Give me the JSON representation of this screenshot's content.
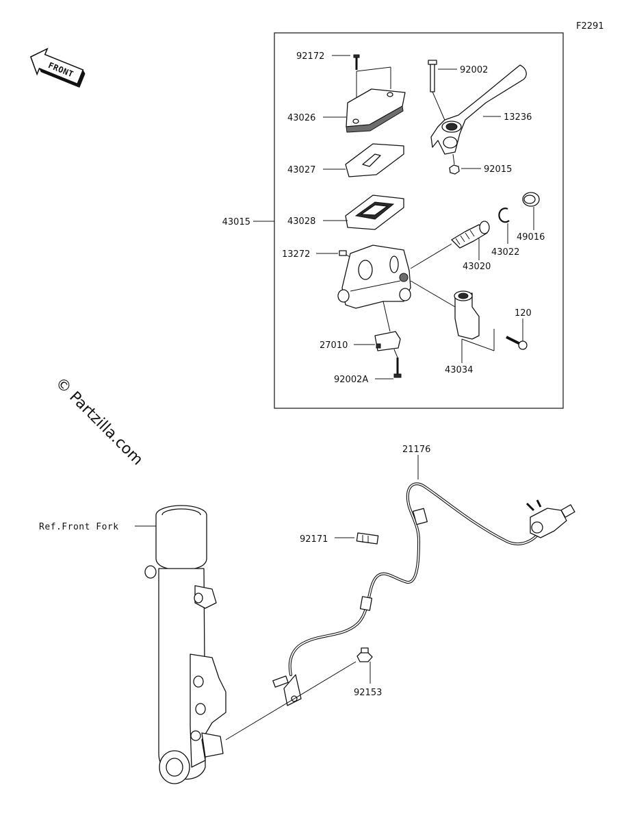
{
  "diagram_id": "F2291",
  "front_arrow_text": "FRONT",
  "watermark": "© Partzilla.com",
  "reference_label": "Ref.Front Fork",
  "group_label": "43015",
  "parts": [
    {
      "id": "p-92172",
      "number": "92172"
    },
    {
      "id": "p-43026",
      "number": "43026"
    },
    {
      "id": "p-43027",
      "number": "43027"
    },
    {
      "id": "p-43028",
      "number": "43028"
    },
    {
      "id": "p-13272",
      "number": "13272"
    },
    {
      "id": "p-27010",
      "number": "27010"
    },
    {
      "id": "p-92002A",
      "number": "92002A"
    },
    {
      "id": "p-92002",
      "number": "92002"
    },
    {
      "id": "p-13236",
      "number": "13236"
    },
    {
      "id": "p-92015",
      "number": "92015"
    },
    {
      "id": "p-49016",
      "number": "49016"
    },
    {
      "id": "p-43022",
      "number": "43022"
    },
    {
      "id": "p-43020",
      "number": "43020"
    },
    {
      "id": "p-120",
      "number": "120"
    },
    {
      "id": "p-43034",
      "number": "43034"
    },
    {
      "id": "p-21176",
      "number": "21176"
    },
    {
      "id": "p-92171",
      "number": "92171"
    },
    {
      "id": "p-92153",
      "number": "92153"
    }
  ]
}
